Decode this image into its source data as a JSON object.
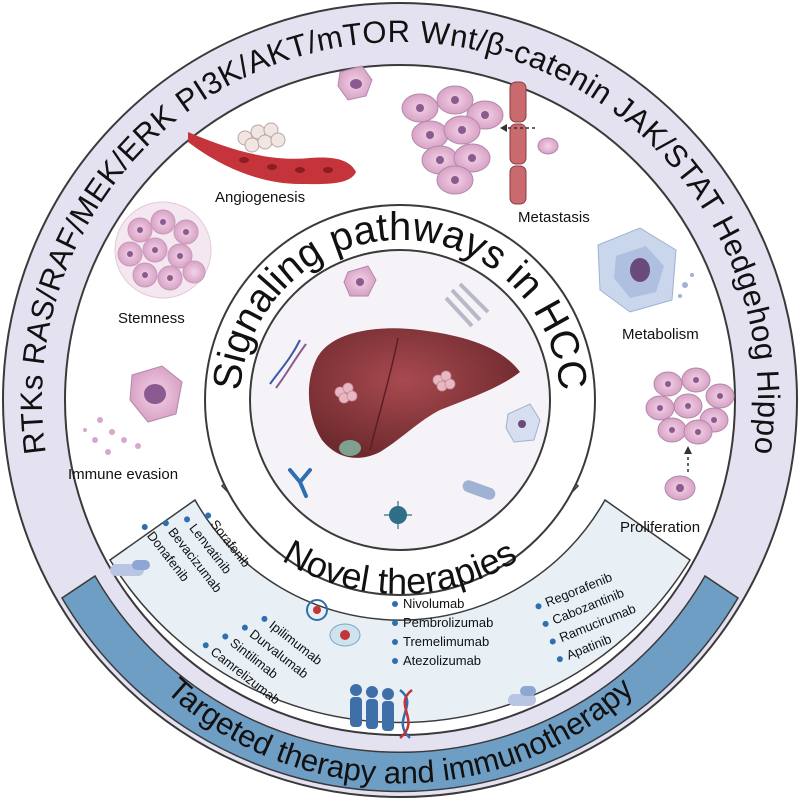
{
  "outer_ring": {
    "pathways": [
      "RTKs",
      "RAS/RAF/MEK/ERK",
      "PI3K/AKT/mTOR",
      "Wnt/β-catenin",
      "JAK/STAT",
      "Hedgehog",
      "Hippo"
    ]
  },
  "features": {
    "angiogenesis": "Angiogenesis",
    "metastasis": "Metastasis",
    "stemness": "Stemness",
    "metabolism": "Metabolism",
    "immune_evasion": "Immune evasion",
    "proliferation": "Proliferation"
  },
  "center": {
    "title_words": [
      "Signaling",
      "pathways",
      "in",
      "HCC"
    ]
  },
  "novel_band": {
    "label_words": [
      "Novel",
      "therapies"
    ]
  },
  "bottom_band": {
    "label_words": [
      "Targeted",
      "therapy",
      "and",
      "immunotherapy"
    ]
  },
  "drug_groups": [
    {
      "drugs": [
        "Sorafenib",
        "Lenvatinib",
        "Bevacizumab",
        "Donafenib"
      ]
    },
    {
      "drugs": [
        "Ipilimumab",
        "Durvalumab",
        "Sintilimab",
        "Camrelizumab"
      ]
    },
    {
      "drugs": [
        "Nivolumab",
        "Pembrolizumab",
        "Tremelimumab",
        "Atezolizumab"
      ]
    },
    {
      "drugs": [
        "Regorafenib",
        "Cabozantinib",
        "Ramucirumab",
        "Apatinib"
      ]
    }
  ],
  "colors": {
    "outer_ring_fill": "#e4e2f1",
    "ring_stroke": "#3a3a3a",
    "novel_band_fill": "#a9cde3",
    "bottom_band_fill": "#6f9ec4",
    "fan_fill": "#e8f0f6",
    "liver": "#8e3b3f",
    "vessel": "#c4343a",
    "cell_pink": "#e6b9d6",
    "cell_nucleus": "#8b5a90",
    "bullet_blue": "#2f6fb0"
  }
}
